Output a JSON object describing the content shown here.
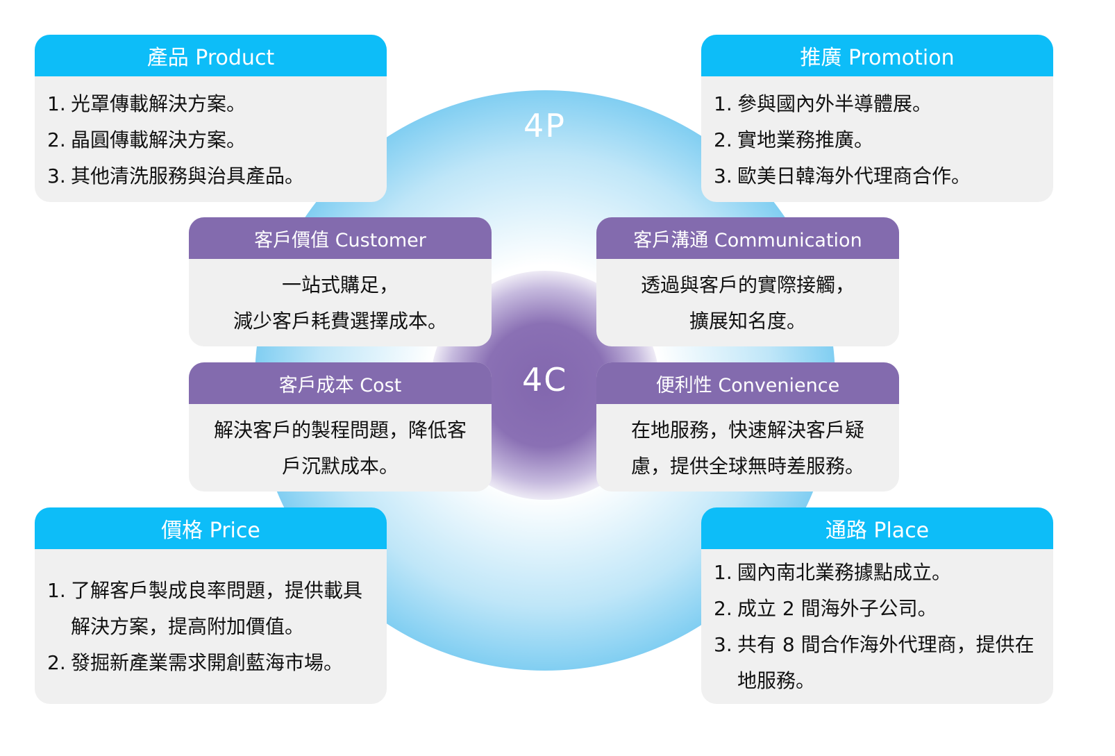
{
  "center": {
    "label_4p": "4P",
    "label_4c": "4C"
  },
  "colors": {
    "p_header": "#0dbdf8",
    "c_header": "#836bae",
    "box_bg": "#f0f0f0"
  },
  "product": {
    "title": "產品 Product",
    "items": [
      {
        "n": "1.",
        "t": "光罩傳載解決方案。"
      },
      {
        "n": "2.",
        "t": "晶圓傳載解決方案。"
      },
      {
        "n": "3.",
        "t": "其他清洗服務與治具產品。"
      }
    ]
  },
  "promotion": {
    "title": "推廣 Promotion",
    "items": [
      {
        "n": "1.",
        "t": "參與國內外半導體展。"
      },
      {
        "n": "2.",
        "t": "實地業務推廣。"
      },
      {
        "n": "3.",
        "t": "歐美日韓海外代理商合作。"
      }
    ]
  },
  "price": {
    "title": "價格 Price",
    "items": [
      {
        "n": "1.",
        "t": "了解客戶製成良率問題，提供載具解決方案，提高附加價值。"
      },
      {
        "n": "2.",
        "t": "發掘新產業需求開創藍海市場。"
      }
    ]
  },
  "place": {
    "title": "通路 Place",
    "items": [
      {
        "n": "1.",
        "t": "國內南北業務據點成立。"
      },
      {
        "n": "2.",
        "t": "成立 2 間海外子公司。"
      },
      {
        "n": "3.",
        "t": "共有 8 間合作海外代理商，提供在地服務。"
      }
    ]
  },
  "customer": {
    "title": "客戶價值 Customer",
    "lines": [
      "一站式購足，",
      "減少客戶耗費選擇成本。"
    ]
  },
  "communication": {
    "title": "客戶溝通 Communication",
    "lines": [
      "透過與客戶的實際接觸，",
      "擴展知名度。"
    ]
  },
  "cost": {
    "title": "客戶成本 Cost",
    "lines": [
      "解決客戶的製程問題，降低客",
      "戶沉默成本。"
    ]
  },
  "convenience": {
    "title": "便利性 Convenience",
    "lines": [
      "在地服務，快速解決客戶疑",
      "慮，提供全球無時差服務。"
    ]
  }
}
